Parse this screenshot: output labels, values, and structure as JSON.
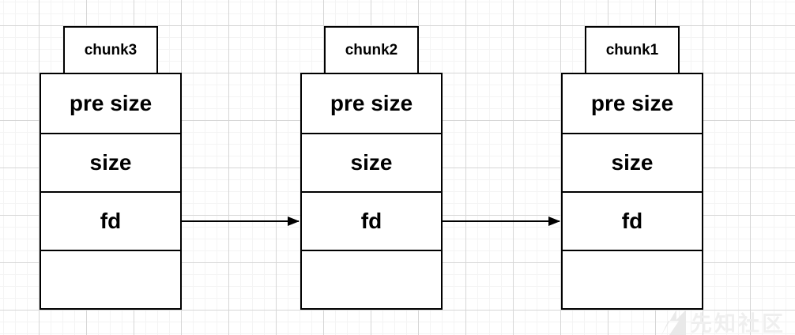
{
  "colors": {
    "background": "#ffffff",
    "grid_minor": "#f4f4f4",
    "grid_major": "#d6d6d6",
    "box_border": "#000000",
    "text": "#000000",
    "watermark": "#efefef"
  },
  "diagram": {
    "chunks": [
      {
        "id": "chunk3",
        "label": "chunk3",
        "rows": [
          "pre size",
          "size",
          "fd",
          ""
        ]
      },
      {
        "id": "chunk2",
        "label": "chunk2",
        "rows": [
          "pre size",
          "size",
          "fd",
          ""
        ]
      },
      {
        "id": "chunk1",
        "label": "chunk1",
        "rows": [
          "pre size",
          "size",
          "fd",
          ""
        ]
      }
    ],
    "arrows": [
      {
        "from": "chunk3-fd",
        "to": "chunk2-fd"
      },
      {
        "from": "chunk2-fd",
        "to": "chunk1-fd"
      }
    ]
  },
  "watermark": {
    "text": "先知社区"
  }
}
